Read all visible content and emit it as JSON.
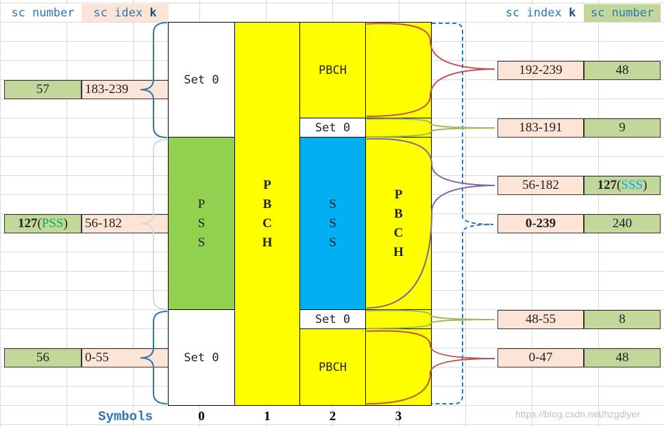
{
  "left_headers": {
    "sc_number": "sc number",
    "sc_idex": "sc idex",
    "k": "k"
  },
  "right_headers": {
    "sc_index": "sc index",
    "k": "k",
    "sc_number": "sc number"
  },
  "left_rows": [
    {
      "number": "57",
      "index": "183-239"
    },
    {
      "number_bold": "127",
      "paren_open": "(",
      "signal": "PSS",
      "paren_close": ")",
      "index": "56-182"
    },
    {
      "number": "56",
      "index": "0-55"
    }
  ],
  "right_rows": [
    {
      "index": "192-239",
      "number": "48"
    },
    {
      "index": "183-191",
      "number": "9"
    },
    {
      "index": "56-182",
      "number_bold": "127",
      "paren_open": "(",
      "signal": "SSS",
      "paren_close": ")"
    },
    {
      "index": "0-239",
      "number": "240"
    },
    {
      "index": "48-55",
      "number": "8"
    },
    {
      "index": "0-47",
      "number": "48"
    }
  ],
  "blocks": {
    "set0": "Set 0",
    "pbch": "PBCH",
    "pss_letters": [
      "P",
      "S",
      "S"
    ],
    "sss_letters": [
      "S",
      "S",
      "S"
    ],
    "pbch_letters": [
      "P",
      "B",
      "C",
      "H"
    ]
  },
  "symbols": {
    "label": "Symbols",
    "values": [
      "0",
      "1",
      "2",
      "3"
    ]
  },
  "watermark": "https://blog.csdn.net/hzgdiyer",
  "colors": {
    "pbch": "#ffff00",
    "pss": "#92d050",
    "sss": "#00b0f0",
    "brace_blue": "#2e75b6",
    "line_red": "#c0504d",
    "line_green": "#9bbb59",
    "line_purple": "#8064a2"
  }
}
